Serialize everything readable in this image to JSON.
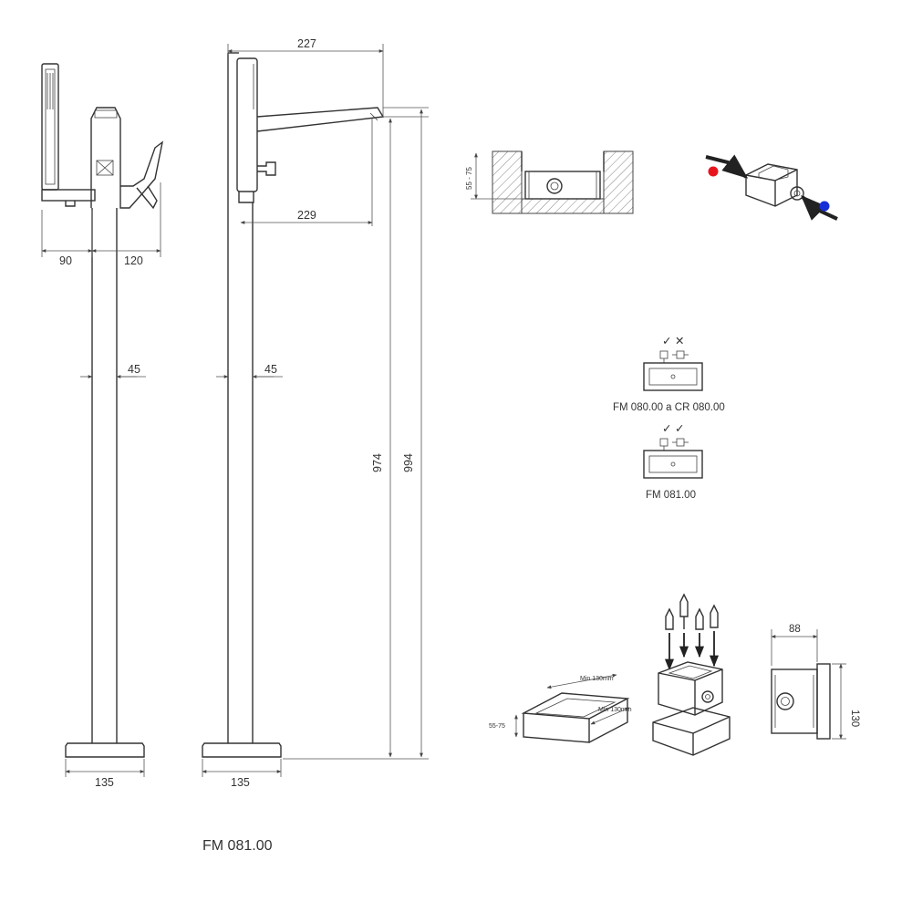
{
  "front_view": {
    "dim_width_left": "90",
    "dim_width_right": "120",
    "dim_pipe": "45",
    "dim_base": "135"
  },
  "side_view": {
    "dim_top": "227",
    "dim_spout": "229",
    "dim_pipe": "45",
    "dim_base": "135",
    "dim_height_inner": "974",
    "dim_height_total": "994"
  },
  "install_section": {
    "depth_label": "55 - 75"
  },
  "connection": {
    "hot_color": "#e8141c",
    "cold_color": "#1630d8"
  },
  "compatibility": {
    "top_marks": "✓ ✕",
    "top_caption": "FM 080.00 a CR 080.00",
    "bottom_marks": "✓ ✓",
    "bottom_caption": "FM 081.00"
  },
  "installation": {
    "recess_depth": "55-75",
    "recess_min_a": "Min 130mm",
    "recess_min_b": "Min 130mm",
    "box_width": "88",
    "box_height": "130"
  },
  "model": "FM 081.00"
}
